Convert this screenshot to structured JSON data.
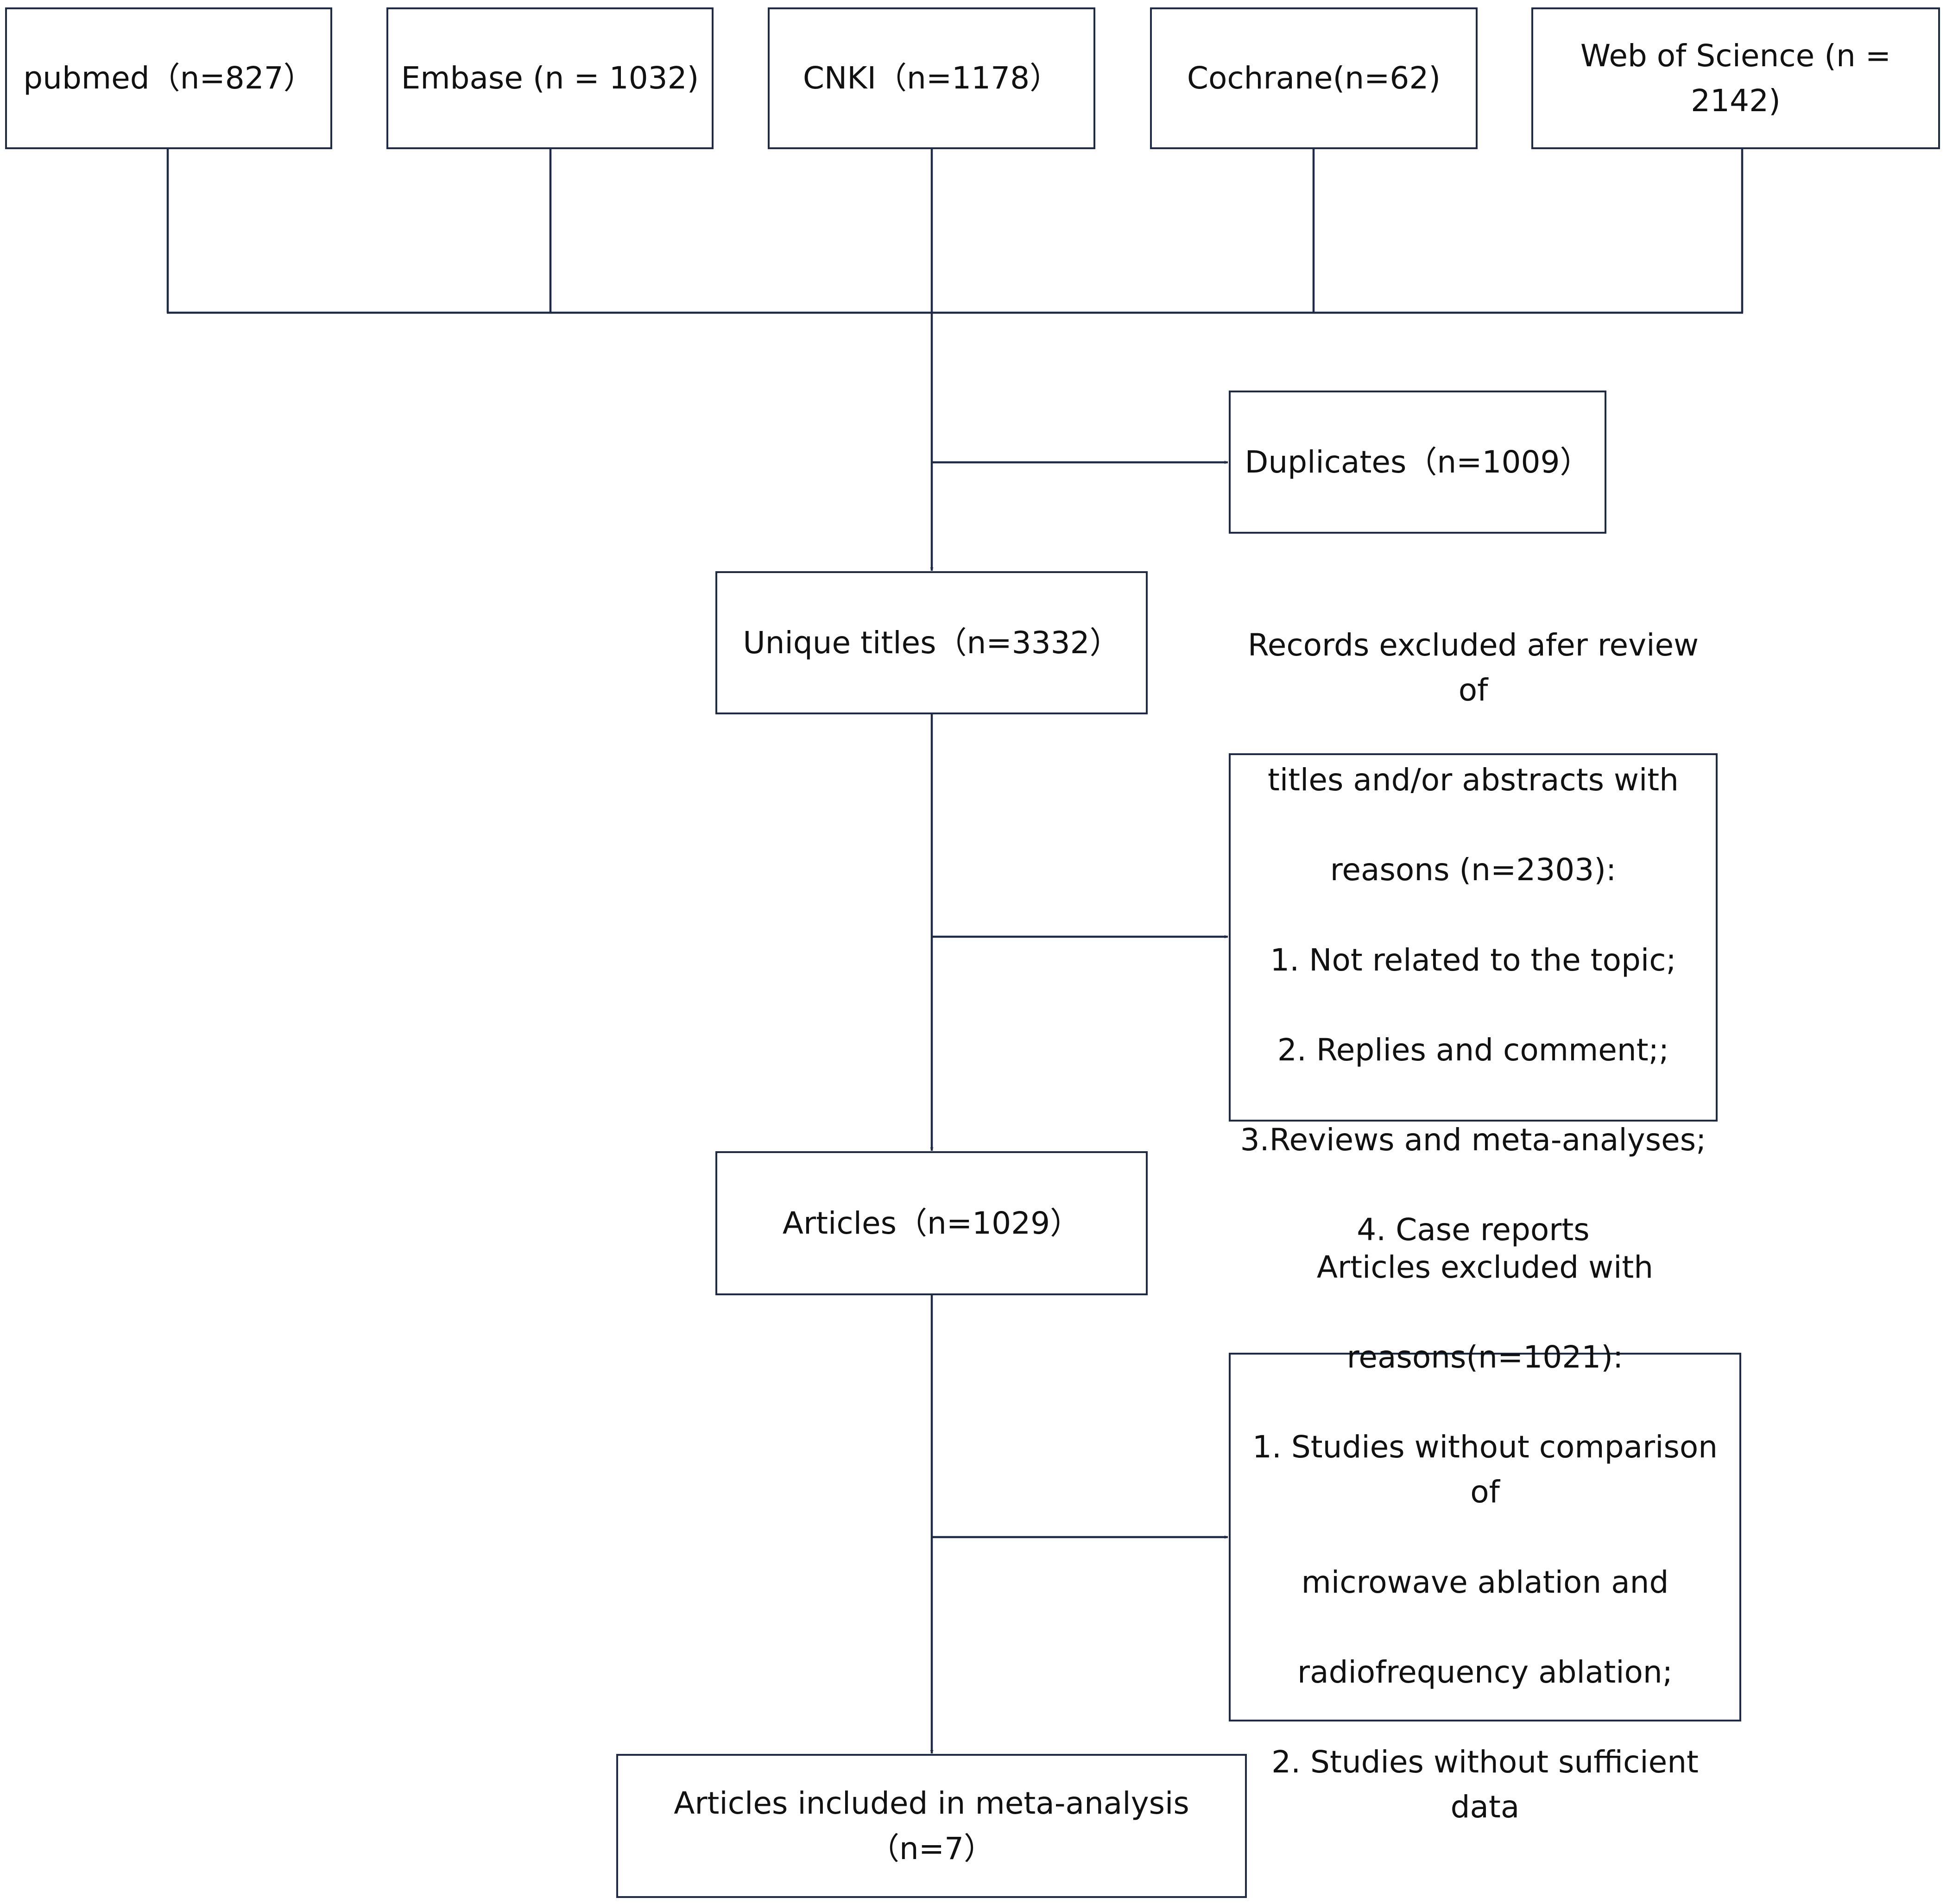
{
  "sources": [
    {
      "id": "pubmed",
      "label": "pubmed（n=827）"
    },
    {
      "id": "embase",
      "label": "Embase (n = 1032)"
    },
    {
      "id": "cnki",
      "label": "CNKI（n=1178）"
    },
    {
      "id": "cochrane",
      "label": "Cochrane(n=62)"
    },
    {
      "id": "wos",
      "label": "Web of Science (n = 2142)"
    }
  ],
  "duplicates": {
    "label": "Duplicates（n=1009）"
  },
  "unique_titles": {
    "label": "Unique titles（n=3332）"
  },
  "records_excluded": {
    "lines": [
      "Records excluded afer review of",
      "titles and/or abstracts with",
      "reasons (n=2303):",
      "1. Not related to the topic;",
      "2. Replies and comment;;",
      "3.Reviews and meta-analyses;",
      "4. Case reports"
    ]
  },
  "articles": {
    "label": "Articles（n=1029）"
  },
  "articles_excluded": {
    "lines": [
      "Articles excluded with",
      "reasons(n=1021):",
      "1. Studies without comparison of",
      "microwave ablation and",
      "radiofrequency ablation;",
      "2. Studies without sufficient data"
    ]
  },
  "included": {
    "label": "Articles included in meta-analysis（n=7）"
  },
  "colors": {
    "stroke": "#1f2a44",
    "text": "#111111"
  }
}
